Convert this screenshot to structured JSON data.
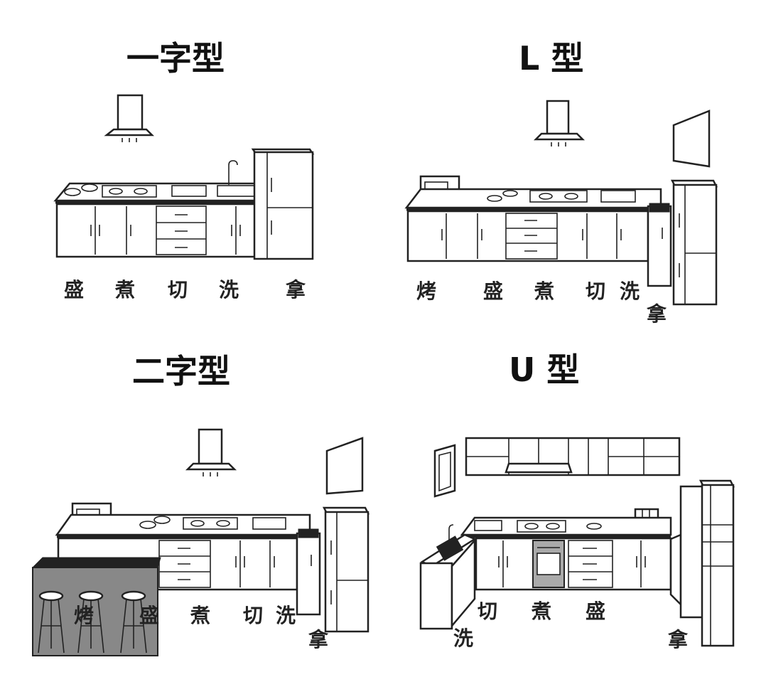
{
  "panels": [
    {
      "title": "一字型",
      "steps": [
        "盛",
        "煮",
        "切",
        "洗",
        "拿"
      ]
    },
    {
      "title": "L 型",
      "steps": [
        "烤",
        "盛",
        "煮",
        "切",
        "洗",
        "拿"
      ]
    },
    {
      "title": "二字型",
      "steps": [
        "烤",
        "盛",
        "煮",
        "切",
        "洗",
        "拿"
      ]
    },
    {
      "title": "U 型",
      "steps": [
        "洗",
        "切",
        "煮",
        "盛",
        "拿"
      ]
    }
  ],
  "colors": {
    "line": "#222222",
    "bar_fill": "#888888",
    "background": "#ffffff"
  }
}
